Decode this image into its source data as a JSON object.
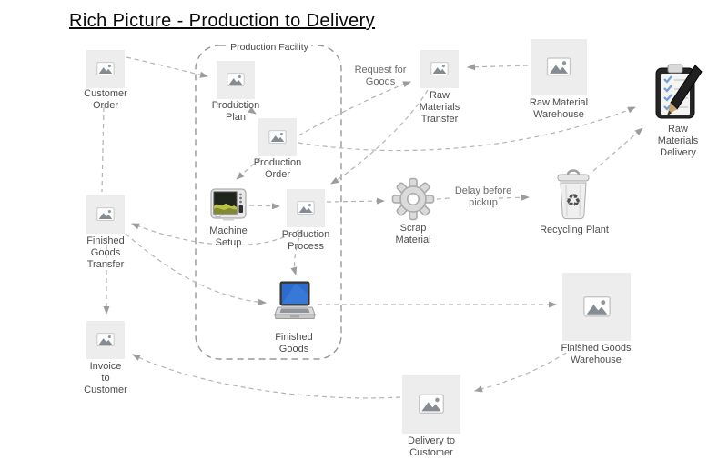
{
  "title": "Rich Picture - Production to Delivery",
  "facility": {
    "label": "Production Facility"
  },
  "nodes": {
    "customer_order": {
      "label": "Customer\nOrder"
    },
    "production_plan": {
      "label": "Production\nPlan"
    },
    "production_order": {
      "label": "Production\nOrder"
    },
    "raw_materials_transfer": {
      "label": "Raw\nMaterials\nTransfer"
    },
    "raw_material_warehouse": {
      "label": "Raw Material\nWarehouse"
    },
    "raw_materials_delivery": {
      "label": "Raw Materials\nDelivery"
    },
    "scrap_material": {
      "label": "Scrap\nMaterial"
    },
    "recycling_plant": {
      "label": "Recycling Plant"
    },
    "machine_setup": {
      "label": "Machine\nSetup"
    },
    "production_process": {
      "label": "Production\nProcess"
    },
    "finished_goods_transfer": {
      "label": "Finished\nGoods\nTransfer"
    },
    "finished_goods": {
      "label": "Finished\nGoods"
    },
    "invoice_to_customer": {
      "label": "Invoice\nto\nCustomer"
    },
    "finished_goods_warehouse": {
      "label": "Finished Goods\nWarehouse"
    },
    "delivery_to_customer": {
      "label": "Delivery to\nCustomer"
    }
  },
  "annotations": {
    "request_for_goods": {
      "label": "Request for\nGoods"
    },
    "delay_before_pickup": {
      "label": "Delay before\npickup"
    }
  },
  "edges": [
    {
      "from": "customer_order",
      "to": "production_plan"
    },
    {
      "from": "customer_order",
      "to": "finished_goods_transfer"
    },
    {
      "from": "production_plan",
      "to": "production_order"
    },
    {
      "from": "production_order",
      "to": "machine_setup"
    },
    {
      "from": "production_order",
      "to": "raw_materials_transfer",
      "label": "Request for Goods"
    },
    {
      "from": "production_order",
      "to": "raw_materials_delivery"
    },
    {
      "from": "raw_material_warehouse",
      "to": "raw_materials_transfer"
    },
    {
      "from": "raw_materials_transfer",
      "to": "production_process"
    },
    {
      "from": "machine_setup",
      "to": "production_process"
    },
    {
      "from": "production_process",
      "to": "scrap_material"
    },
    {
      "from": "scrap_material",
      "to": "recycling_plant",
      "label": "Delay before pickup"
    },
    {
      "from": "recycling_plant",
      "to": "raw_materials_delivery"
    },
    {
      "from": "production_process",
      "to": "finished_goods"
    },
    {
      "from": "production_process",
      "to": "finished_goods_transfer"
    },
    {
      "from": "finished_goods_transfer",
      "to": "finished_goods"
    },
    {
      "from": "finished_goods_transfer",
      "to": "invoice_to_customer"
    },
    {
      "from": "finished_goods",
      "to": "finished_goods_warehouse"
    },
    {
      "from": "finished_goods_warehouse",
      "to": "delivery_to_customer"
    },
    {
      "from": "delivery_to_customer",
      "to": "invoice_to_customer"
    }
  ],
  "colors": {
    "node_background": "#ededed",
    "connector": "#b3b3b3",
    "arrowhead": "#9c9c9c",
    "label_text": "#4e4e4e",
    "laptop_screen_blue": "#2d6bcc",
    "machine_wave_green": "#b9c242",
    "check_blue": "#6f9fd8"
  }
}
